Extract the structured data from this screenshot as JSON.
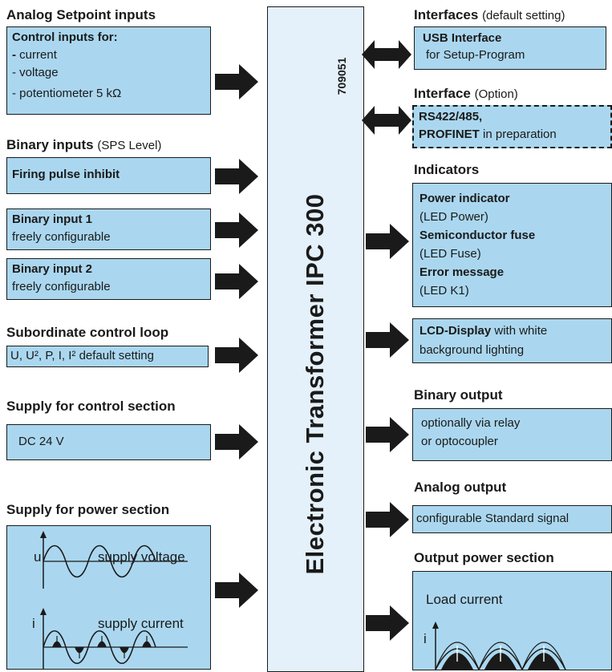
{
  "colors": {
    "box_fill": "#aad7ef",
    "center_fill": "#e4f1fa",
    "stroke": "#1a1a1a"
  },
  "center": {
    "title": "Electronic Transformer IPC 300",
    "code": "709051"
  },
  "left": {
    "analog": {
      "header": "Analog Setpoint inputs",
      "title": "Control inputs for:",
      "dash": "-",
      "current": "current",
      "voltage": "- voltage",
      "potentiometer": "- potentiometer 5 kΩ"
    },
    "binary": {
      "header": "Binary inputs",
      "header_note": "(SPS Level)",
      "firing": "Firing pulse inhibit",
      "input1_title": "Binary input 1",
      "input1_sub": "freely configurable",
      "input2_title": "Binary input 2",
      "input2_sub": "freely configurable"
    },
    "subordinate": {
      "header": "Subordinate control loop",
      "values": "U, U², P, I, I² default setting"
    },
    "control_supply": {
      "header": "Supply for control section",
      "value": "DC 24 V"
    },
    "power_supply": {
      "header": "Supply for power section",
      "u_label": "u",
      "u_caption": "supply voltage",
      "i_label": "i",
      "i_caption": "supply current"
    }
  },
  "right": {
    "interfaces": {
      "header": "Interfaces",
      "header_note": "(default setting)",
      "usb_title": "USB Interface",
      "usb_sub": "for Setup-Program"
    },
    "interface_option": {
      "header": "Interface",
      "header_note": "(Option)",
      "line1": "RS422/485,",
      "line2_bold": "PROFINET",
      "line2_rest": " in preparation"
    },
    "indicators": {
      "header": "Indicators",
      "power_title": "Power indicator",
      "power_sub": "(LED Power)",
      "fuse_title": "Semiconductor fuse",
      "fuse_sub": "(LED Fuse)",
      "error_title": "Error message",
      "error_sub": "(LED K1)"
    },
    "lcd": {
      "title": "LCD-Display",
      "rest": " with white",
      "line2": "background lighting"
    },
    "binary_output": {
      "header": "Binary output",
      "line1": "optionally via relay",
      "line2": "or optocoupler"
    },
    "analog_output": {
      "header": "Analog output",
      "value": "configurable Standard signal"
    },
    "output_power": {
      "header": "Output power section",
      "caption": "Load current",
      "i_label": "i"
    }
  }
}
